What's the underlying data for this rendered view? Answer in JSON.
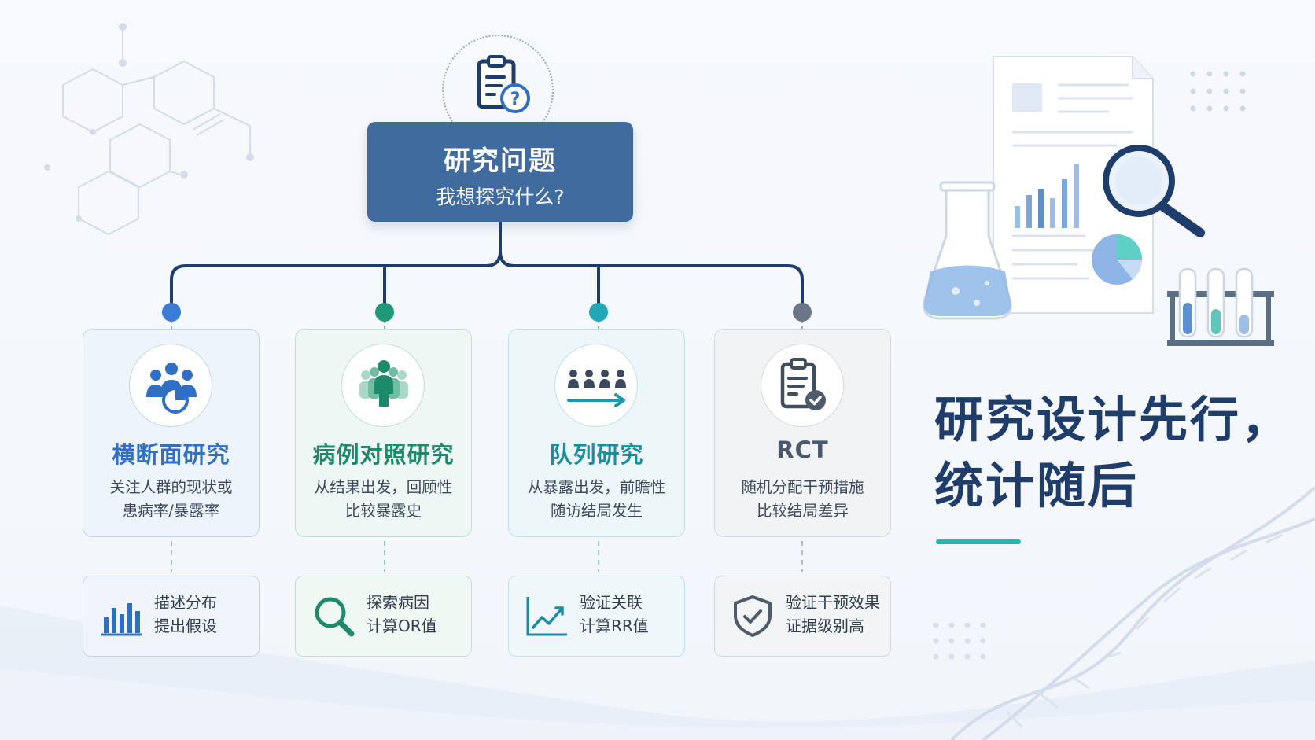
{
  "root": {
    "title": "研究问题",
    "subtitle": "我想探究什么?"
  },
  "studies": [
    {
      "title": "横断面研究",
      "desc": [
        "关注人群的现状或",
        "患病率/暴露率"
      ],
      "purpose": [
        "描述分布",
        "提出假设"
      ],
      "color": "#2f6fc4",
      "icon": "people-group-pie-icon",
      "purpose_icon": "bar-chart-icon"
    },
    {
      "title": "病例对照研究",
      "desc": [
        "从结果出发，回顾性",
        "比较暴露史"
      ],
      "purpose": [
        "探索病因",
        "计算OR值"
      ],
      "color": "#1e8a6c",
      "icon": "case-control-people-icon",
      "purpose_icon": "magnifier-icon"
    },
    {
      "title": "队列研究",
      "desc": [
        "从暴露出发，前瞻性",
        "随访结局发生"
      ],
      "purpose": [
        "验证关联",
        "计算RR值"
      ],
      "color": "#1a8ea0",
      "icon": "cohort-arrow-icon",
      "purpose_icon": "trend-line-icon"
    },
    {
      "title": "RCT",
      "desc": [
        "随机分配干预措施",
        "比较结局差异"
      ],
      "purpose": [
        "验证干预效果",
        "证据级别高"
      ],
      "color": "#5c6b7c",
      "icon": "clipboard-check-icon",
      "purpose_icon": "shield-check-icon"
    }
  ],
  "headline": {
    "line1": "研究设计先行，",
    "line2": "统计随后",
    "accent": "#2fb3b0"
  },
  "colors": {
    "root_bg": "#3f6b9e",
    "connector": "#1f3d6b",
    "headline": "#1f3d6b"
  }
}
